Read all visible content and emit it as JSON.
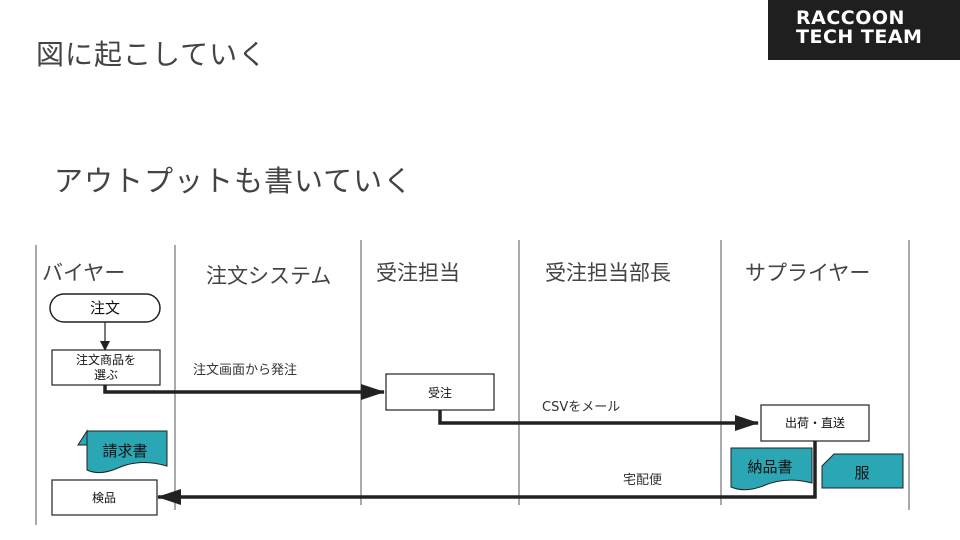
{
  "header": {
    "title": "図に起こしていく"
  },
  "logo": {
    "line1": "RACCOON",
    "line2": "TECH TEAM"
  },
  "subtitle": "アウトプットも書いていく",
  "diagram": {
    "lanes": [
      "バイヤー",
      "注文システム",
      "受注担当",
      "受注担当部長",
      "サプライヤー"
    ],
    "start": "注文",
    "steps": {
      "select": [
        "注文商品を",
        "選ぶ"
      ],
      "order_received": "受注",
      "ship": "出荷・直送",
      "inspect": "検品"
    },
    "flows": {
      "order_screen": "注文画面から発注",
      "csv_mail": "CSVをメール",
      "delivery": "宅配便"
    },
    "documents": {
      "invoice": "請求書",
      "delivery_note": "納品書",
      "clothes": "服"
    },
    "colors": {
      "doc_fill": "#2aa6b5",
      "stroke": "#222222"
    }
  }
}
